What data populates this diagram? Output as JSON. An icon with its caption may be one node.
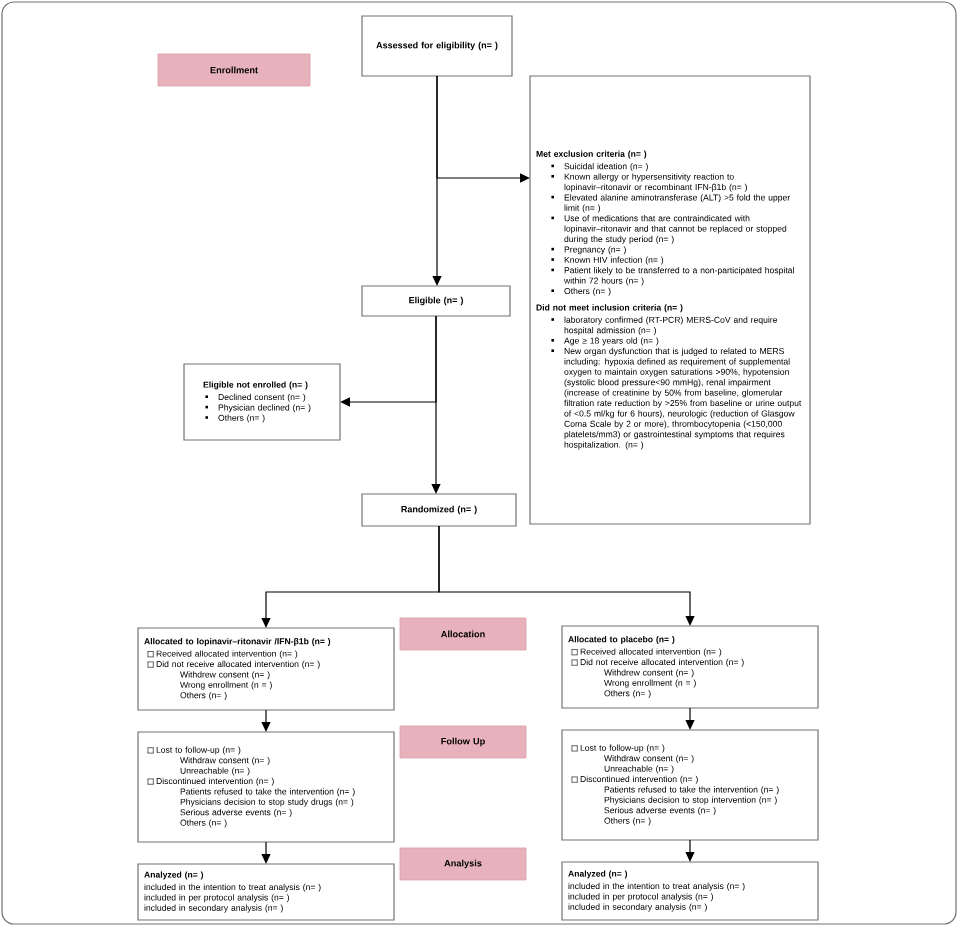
{
  "diagram": {
    "nodes": [
      {
        "text": [
          "Assessed for eligibility (n= )"
        ]
      },
      {
        "text": [
          "Enrollment"
        ]
      },
      {
        "text": [
          "Met exclusion criteria (n= )",
          "Suicidal ideation (n= )",
          "Known allergy or hypersensitivity reaction to lopinavir–ritonavir or recombinant IFN-β1b (n= )",
          "Elevated alanine aminotransferase (ALT) >5 fold the upper limit (n= )",
          "Use of medications that are contraindicated with lopinavir–ritonavir and that cannot be replaced or stopped during the study period (n= )",
          "Pregnancy (n= )",
          "Known HIV infection (n= )",
          "Patient likely to be transferred to a non-participated hospital within 72 hours (n= )",
          "Others (n= )",
          "Did not meet inclusion criteria (n= )",
          "laboratory confirmed (RT-PCR) MERS-CoV and require hospital admission (n= )",
          "Age ≥ 18 years old (n= )",
          "New organ dysfunction that is judged to related to MERS including: hypoxia defined as requirement of supplemental oxygen to maintain oxygen saturations >90%, hypotension (systolic blood pressure<90 mmHg), renal impairment (increase of creatinine by 50% from baseline, glomerular filtration rate reduction by >25% from baseline or urine output of <0.5 ml/kg for 6 hours), neurologic (reduction of Glasgow Coma Scale by 2 or more), thrombocytopenia (<150,000 platelets/mm3) or gastrointestinal symptoms that requires hospitalization. (n= )"
        ]
      },
      {
        "text": [
          "Eligible (n= )"
        ]
      },
      {
        "text": [
          "Eligible not enrolled (n= )",
          "Declined consent (n= )",
          "Physician declined (n= )",
          "Others (n= )"
        ]
      },
      {
        "text": [
          "Randomized (n= )"
        ]
      },
      {
        "text": [
          "Allocation"
        ]
      },
      {
        "text": [
          "Allocated to lopinavir–ritonavir /IFN-β1b (n= )",
          "Received allocated intervention (n= )",
          "Did not receive allocated intervention (n= )",
          "Withdrew consent (n= )",
          "Wrong enrollment (n = )",
          "Others (n= )"
        ]
      },
      {
        "text": [
          "Allocated to placebo (n= )",
          "Received allocated intervention (n= )",
          "Did not receive allocated intervention (n= )",
          "Withdrew consent (n= )",
          "Wrong enrollment (n = )",
          "Others (n= )"
        ]
      },
      {
        "text": [
          "Follow Up"
        ]
      },
      {
        "text": [
          "Lost to follow-up (n= )",
          "Withdraw consent (n= )",
          "Unreachable (n= )",
          "Discontinued intervention (n= )",
          "Patients refused to take the intervention (n= )",
          "Physicians decision to stop study drugs (n= )",
          "Serious adverse events (n= )",
          "Others (n= )"
        ]
      },
      {
        "text": [
          "Lost to follow-up (n= )",
          "Withdraw consent (n= )",
          "Unreachable (n= )",
          "Discontinued intervention (n= )",
          "Patients refused to take the intervention (n= )",
          "Physicians decision to stop intervention (n= )",
          "Serious adverse events (n= )",
          "Others (n= )"
        ]
      },
      {
        "text": [
          "Analysis"
        ]
      },
      {
        "text": [
          "Analyzed (n= )",
          "included in the intention to treat analysis (n= )",
          "included in per protocol analysis (n= )",
          "included in secondary analysis (n= )"
        ]
      },
      {
        "text": [
          "Analyzed (n= )",
          "included in the intention to treat analysis (n= )",
          "included in per protocol analysis (n= )",
          "included in secondary analysis (n= )"
        ]
      }
    ],
    "edges": [
      {
        "from": 0,
        "to": 3,
        "arrow": "to"
      },
      {
        "from": 0,
        "to": 2,
        "arrow": "to"
      },
      {
        "from": 3,
        "to": 4,
        "arrow": "to"
      },
      {
        "from": 3,
        "to": 5,
        "arrow": "to"
      },
      {
        "from": 5,
        "to": 7,
        "arrow": "to"
      },
      {
        "from": 5,
        "to": 8,
        "arrow": "to"
      },
      {
        "from": 7,
        "to": 10,
        "arrow": "to"
      },
      {
        "from": 8,
        "to": 11,
        "arrow": "to"
      },
      {
        "from": 10,
        "to": 13,
        "arrow": "to"
      },
      {
        "from": 11,
        "to": 14,
        "arrow": "to"
      }
    ]
  }
}
